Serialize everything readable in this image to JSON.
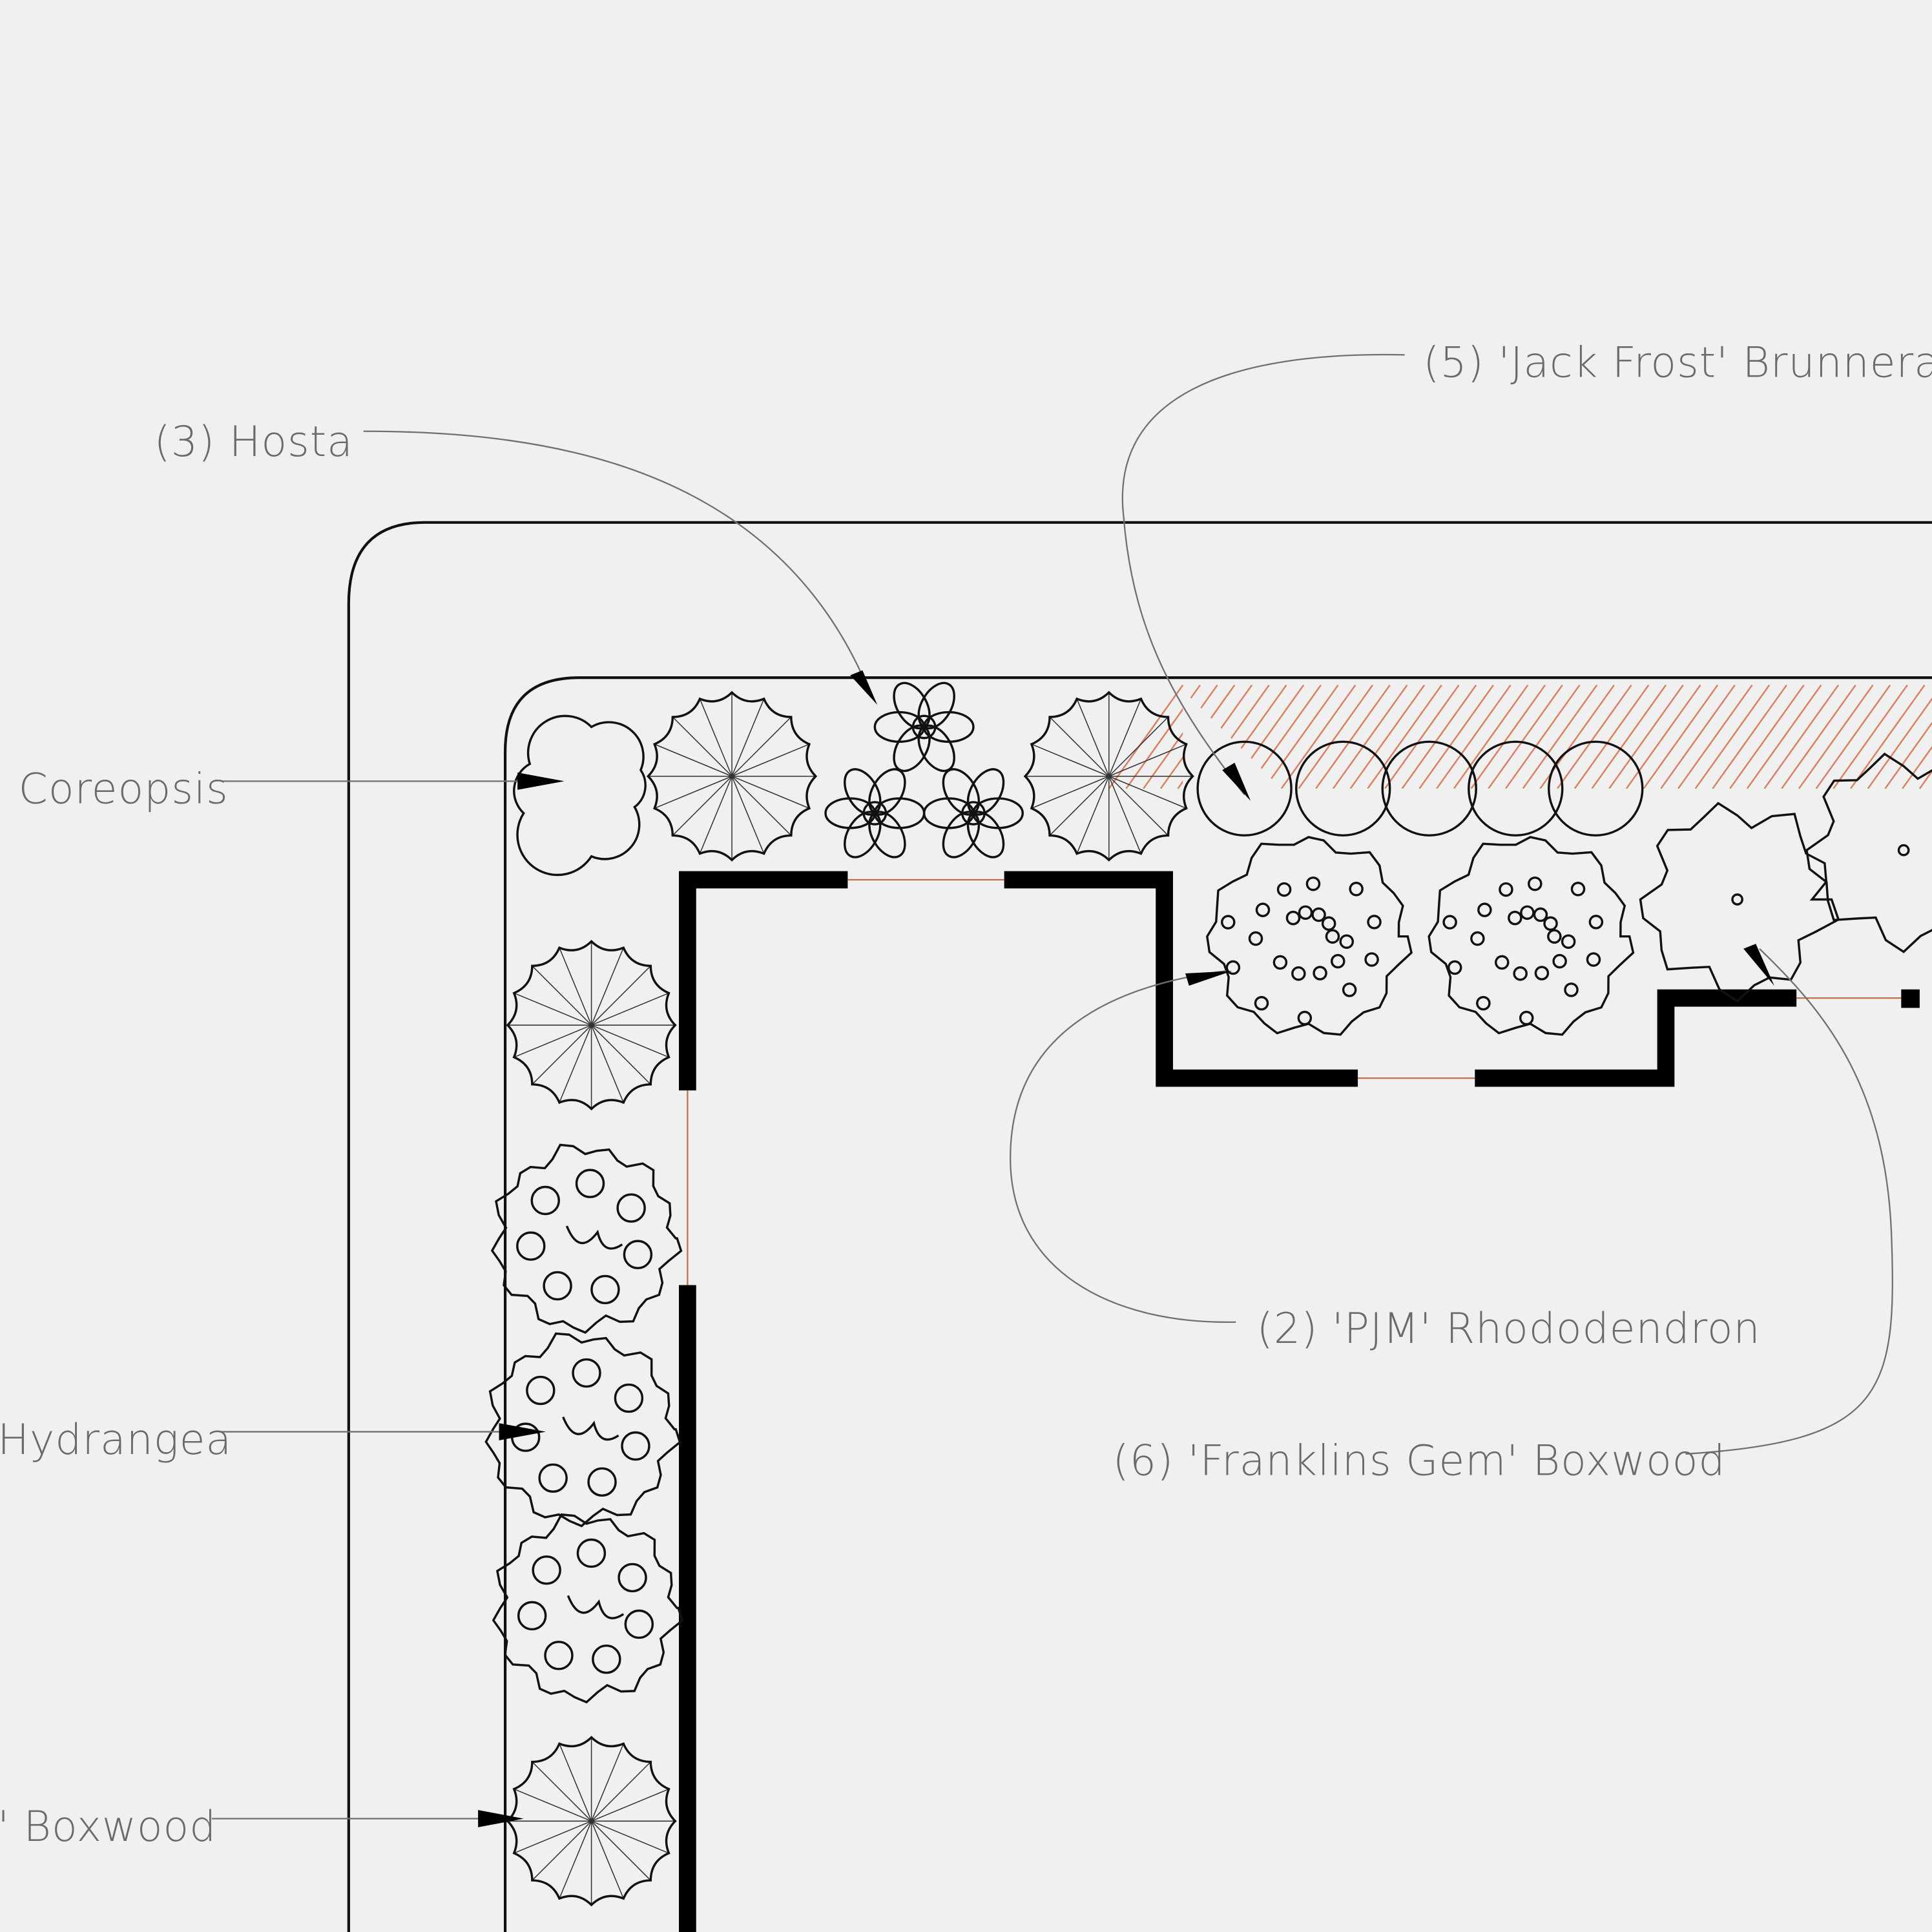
{
  "plan": {
    "labels": {
      "hosta": "(3) Hosta",
      "brunnera": "(5) 'Jack Frost' Brunnera",
      "coreopsis": "Coreopsis",
      "hydrangea": "Hydrangea",
      "boxwood_left": "' Boxwood",
      "rhododendron": "(2) 'PJM' Rhododendron",
      "franklins_boxwood": "(6) 'Franklins Gem' Boxwood"
    },
    "colors": {
      "background": "#f0f0f0",
      "linework": "#111111",
      "label_text": "#6a6a6a",
      "hatch": "#d98060"
    }
  }
}
